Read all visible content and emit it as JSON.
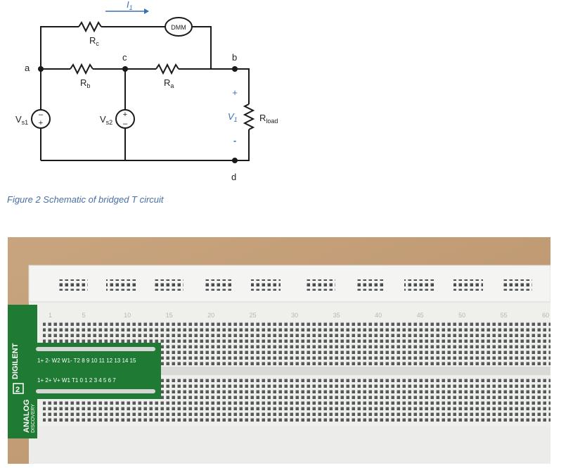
{
  "schematic": {
    "current_label": "I",
    "current_sub": "1",
    "meter_label": "DMM",
    "resistors": {
      "rc": {
        "main": "R",
        "sub": "c"
      },
      "rb": {
        "main": "R",
        "sub": "b"
      },
      "ra": {
        "main": "R",
        "sub": "a"
      },
      "rload": {
        "main": "R",
        "sub": "load"
      }
    },
    "nodes": {
      "a": "a",
      "b": "b",
      "c": "c",
      "d": "d"
    },
    "sources": {
      "vs1": {
        "main": "V",
        "sub": "s1"
      },
      "vs2": {
        "main": "V",
        "sub": "s2"
      }
    },
    "output_voltage": {
      "main": "V",
      "sub": "1",
      "plus": "+",
      "minus": "-"
    },
    "colors": {
      "wire": "#1a1a1a",
      "accent": "#3b6fb8"
    }
  },
  "caption": "Figure 2 Schematic of bridged T circuit",
  "photo": {
    "board_brand": "DIGILENT",
    "board_name": "ANALOG",
    "board_name2": "DISCOVERY",
    "board_number": "2",
    "top_pins": "1+ 2- W2 W1- T2 8 9 10 11 12 13 14 15",
    "bottom_pins": "1+ 2+ V+ W1 T1 0 1 2 3 4 5 6 7",
    "column_numbers": [
      "1",
      "5",
      "10",
      "15",
      "20",
      "25",
      "30",
      "35",
      "40",
      "45",
      "50",
      "55",
      "60"
    ],
    "colors": {
      "table": "#c7a47e",
      "breadboard": "#f1f1ef",
      "pcb": "#1f7a34"
    }
  }
}
